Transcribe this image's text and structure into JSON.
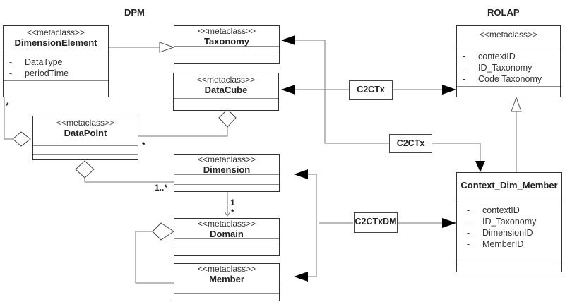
{
  "titles": {
    "dpm": "DPM",
    "rolap": "ROLAP"
  },
  "stereotype": "<<metaclass>>",
  "classes": {
    "dimension_element": {
      "name": "DimensionElement",
      "attrs": [
        "DataType",
        "periodTime"
      ]
    },
    "taxonomy": {
      "name": "Taxonomy"
    },
    "datacube": {
      "name": "DataCube"
    },
    "datapoint": {
      "name": "DataPoint"
    },
    "dimension": {
      "name": "Dimension"
    },
    "domain": {
      "name": "Domain"
    },
    "member": {
      "name": "Member"
    },
    "rolap_context": {
      "name": "",
      "attrs": [
        "contextID",
        "ID_Taxonomy",
        "Code Taxonomy"
      ]
    },
    "context_dim_member": {
      "name": "Context_Dim_Member",
      "attrs": [
        "contextID",
        "ID_Taxonomy",
        "DimensionID",
        "MemberID"
      ]
    }
  },
  "attr_marker": "-",
  "mappings": {
    "c2ctx_1": "C2CTx",
    "c2ctx_2": "C2CTx",
    "c2ctxdm": "C2CTxDM"
  },
  "multiplicities": {
    "dimelem_star": "*",
    "datapoint_star": "*",
    "dimension_one_many": "1..*",
    "dim_domain_one": "1",
    "dim_domain_star": "*"
  }
}
